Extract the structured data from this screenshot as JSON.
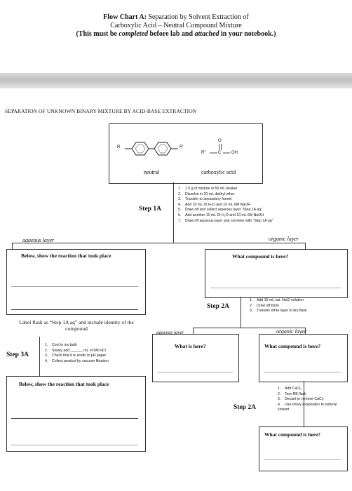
{
  "header": {
    "title_bold": "Flow Chart A:",
    "title_rest": " Separation by Solvent Extraction of",
    "line2": "Carboxylic Acid – Neutral Compound Mixture",
    "line3_a": "(This must be ",
    "line3_b": "completed",
    "line3_c": " before lab and ",
    "line3_d": "attached",
    "line3_e": " in your notebook.)"
  },
  "section_title": "SEPARATION OF UNKNOWN BINARY MIXTURE BY ACID-BASE EXTRACTION",
  "top_box": {
    "neutral_label": "neutral",
    "acid_label": "carboxylic acid",
    "r_left": "R",
    "r_right": "R'",
    "acid_r": "R\"",
    "acid_oh": "OH",
    "acid_o": "O",
    "acid_c": "C"
  },
  "step1a": {
    "label": "Step 1A",
    "items": [
      "1.5 g of mixture in 50 mL beaker",
      "Dissolve in 20 mL diethyl ether",
      "Transfer to separatory funnel",
      "Add 10 mL DI H₂O and 10 mL 6M NaOH",
      "Draw off and collect aqueous layer “Step 1A aq”",
      "Add another 10 mL DI H₂O and 10 mL 6M NaOH",
      "Draw off aqueous layer and combine with “Step 1A aq”"
    ]
  },
  "layers1": {
    "aqueous": "aqueous layer",
    "organic": "organic layer"
  },
  "left_box1": {
    "title": "Below, show the reaction that took place",
    "note": "Label flask as “Step 1A aq” and include identity of the compound"
  },
  "right_box1": {
    "title": "What compound is here?"
  },
  "step2a": {
    "label": "Step 2A",
    "items": [
      "Add 15 mL sat. NaCl solution",
      "Draw off brine",
      "Transfer ether layer to dry flask"
    ]
  },
  "layers2": {
    "aqueous": "aqueous layer",
    "organic": "organic layer"
  },
  "mid_box": {
    "title": "What is here?"
  },
  "right_box2": {
    "title": "What compound is here?"
  },
  "step3a": {
    "label": "Step 3A",
    "items": [
      "Cool in ice bath",
      "Slowly add ______ mL of 6M HCl",
      "Check that it is acidic to pH paper",
      "Collect product by vacuum filtration"
    ]
  },
  "left_box2": {
    "title": "Below, show the reaction that took place"
  },
  "step2a_b": {
    "label": "Step 2A",
    "items": [
      "Add CaCl₂",
      "Tare RB flask",
      "Decant to remove CaCl₂",
      "Use rotary evaporator to remove solvent"
    ]
  },
  "right_box3": {
    "title": "What compound is here?"
  }
}
